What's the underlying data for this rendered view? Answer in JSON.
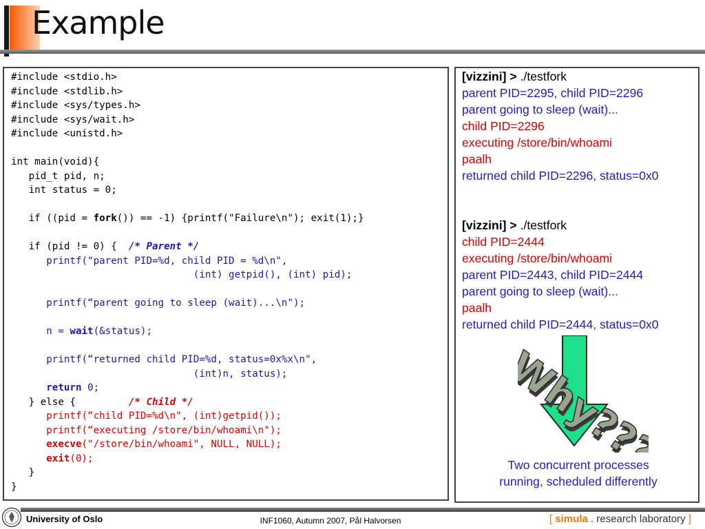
{
  "slide": {
    "title": "Example"
  },
  "code_lines": [
    [
      {
        "t": "#include <stdio.h>"
      }
    ],
    [
      {
        "t": "#include <stdlib.h>"
      }
    ],
    [
      {
        "t": "#include <sys/types.h>"
      }
    ],
    [
      {
        "t": "#include <sys/wait.h>"
      }
    ],
    [
      {
        "t": "#include <unistd.h>"
      }
    ],
    [
      {
        "t": ""
      }
    ],
    [
      {
        "t": "int main(void){"
      }
    ],
    [
      {
        "t": "   pid_t pid, n;"
      }
    ],
    [
      {
        "t": "   int status = 0;"
      }
    ],
    [
      {
        "t": ""
      }
    ],
    [
      {
        "t": "   if ((pid = "
      },
      {
        "t": "fork",
        "c": "b"
      },
      {
        "t": "()) == -1) {printf(\"Failure\\n\"); exit(1);}"
      }
    ],
    [
      {
        "t": ""
      }
    ],
    [
      {
        "t": "   if (pid != 0) {  "
      },
      {
        "t": "/* Parent */",
        "c": "blue bi"
      }
    ],
    [
      {
        "t": "      printf(\"parent PID=%d, child PID = %d\\n\",",
        "c": "blue"
      }
    ],
    [
      {
        "t": "                               (int) getpid(), (int) pid);",
        "c": "blue"
      }
    ],
    [
      {
        "t": ""
      }
    ],
    [
      {
        "t": "      printf(“parent going to sleep (wait)...\\n\");",
        "c": "blue"
      }
    ],
    [
      {
        "t": ""
      }
    ],
    [
      {
        "t": "      n = ",
        "c": "blue"
      },
      {
        "t": "wait",
        "c": "blue b"
      },
      {
        "t": "(&status);",
        "c": "blue"
      }
    ],
    [
      {
        "t": ""
      }
    ],
    [
      {
        "t": "      printf(“returned child PID=%d, status=0x%x\\n\",",
        "c": "blue"
      }
    ],
    [
      {
        "t": "                               (int)n, status);",
        "c": "blue"
      }
    ],
    [
      {
        "t": "      "
      },
      {
        "t": "return",
        "c": "blue b"
      },
      {
        "t": " 0;",
        "c": "blue"
      }
    ],
    [
      {
        "t": "   } else {         "
      },
      {
        "t": "/* Child */",
        "c": "red bi"
      }
    ],
    [
      {
        "t": "      printf(“child PID=%d\\n\", (int)getpid());",
        "c": "red"
      }
    ],
    [
      {
        "t": "      printf(“executing /store/bin/whoami\\n\");",
        "c": "red"
      }
    ],
    [
      {
        "t": "      "
      },
      {
        "t": "execve",
        "c": "red b"
      },
      {
        "t": "(\"/store/bin/whoami\", NULL, NULL);",
        "c": "red"
      }
    ],
    [
      {
        "t": "      "
      },
      {
        "t": "exit",
        "c": "red b"
      },
      {
        "t": "(0);",
        "c": "red"
      }
    ],
    [
      {
        "t": "   }"
      }
    ],
    [
      {
        "t": "}"
      }
    ]
  ],
  "output_lines": [
    [
      {
        "t": "[vizzini] > ",
        "c": "prompt"
      },
      {
        "t": "./testfork",
        "c": "cmd"
      }
    ],
    [
      {
        "t": "parent PID=2295, child PID=2296",
        "c": "blue"
      }
    ],
    [
      {
        "t": "parent going to sleep (wait)...",
        "c": "blue"
      }
    ],
    [
      {
        "t": "child PID=2296",
        "c": "red"
      }
    ],
    [
      {
        "t": "executing /store/bin/whoami",
        "c": "red"
      }
    ],
    [
      {
        "t": "paalh",
        "c": "red"
      }
    ],
    [
      {
        "t": "returned child PID=2296, status=0x0",
        "c": "blue"
      }
    ],
    [
      {
        "t": ""
      }
    ],
    [
      {
        "t": ""
      }
    ],
    [
      {
        "t": "[vizzini] > ",
        "c": "prompt"
      },
      {
        "t": "./testfork",
        "c": "cmd"
      }
    ],
    [
      {
        "t": "child PID=2444",
        "c": "red"
      }
    ],
    [
      {
        "t": "executing /store/bin/whoami",
        "c": "red"
      }
    ],
    [
      {
        "t": "parent PID=2443, child PID=2444",
        "c": "blue"
      }
    ],
    [
      {
        "t": "parent going to sleep (wait)...",
        "c": "blue"
      }
    ],
    [
      {
        "t": "paalh",
        "c": "red"
      }
    ],
    [
      {
        "t": "returned child PID=2444, status=0x0",
        "c": "blue"
      }
    ]
  ],
  "why_graphic": {
    "text": "Why???",
    "arrow_color": "#1ee08a"
  },
  "caption": {
    "line1": "Two concurrent processes",
    "line2": "running, scheduled differently"
  },
  "footer": {
    "university": "University of Oslo",
    "course": "INF1060,  Autumn 2007,  Pål Halvorsen",
    "lab_open": "[ ",
    "lab_simula": "simula",
    "lab_rest": " . research laboratory ",
    "lab_close": "]"
  },
  "colors": {
    "accent": "#f05a00",
    "parent_text": "#1a1ab0",
    "child_text": "#e00000"
  }
}
